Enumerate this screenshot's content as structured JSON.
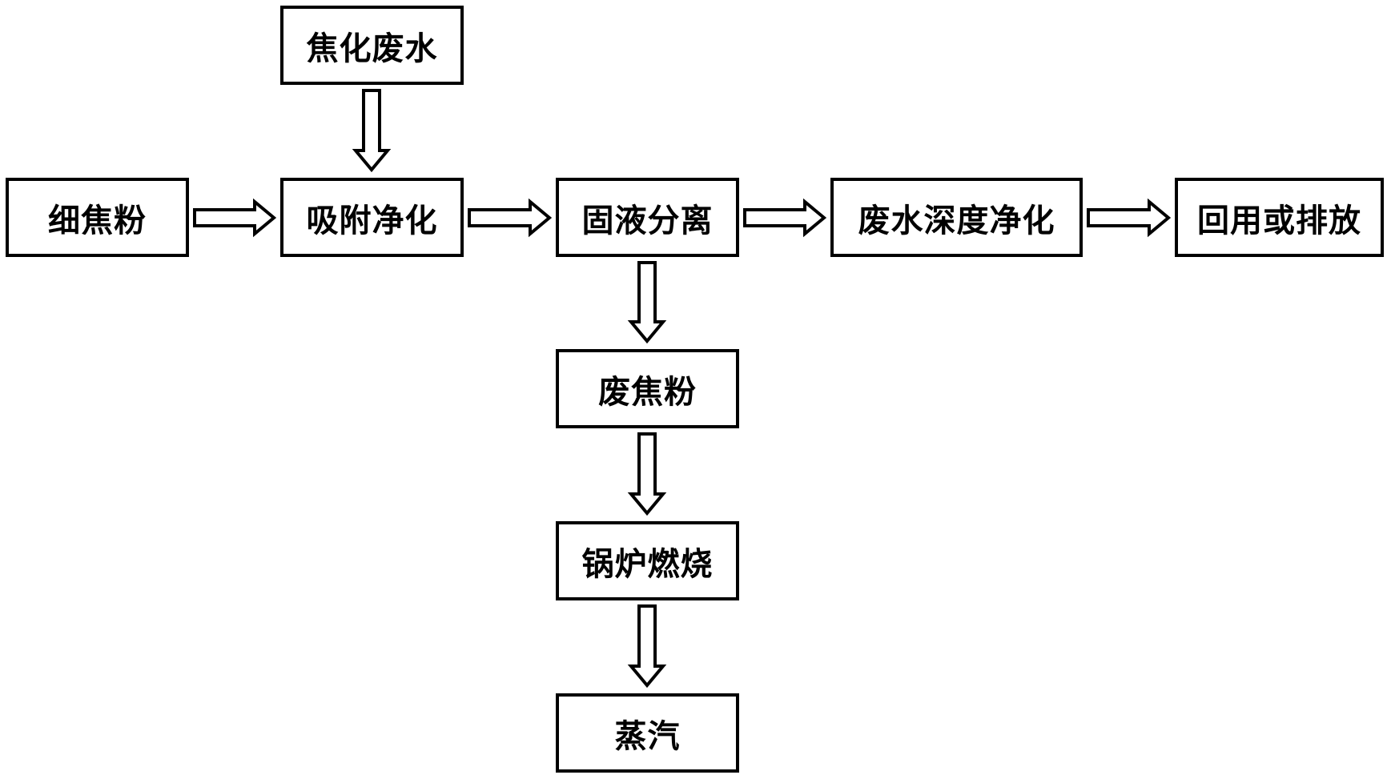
{
  "nodes": {
    "coking_wastewater": "焦化废水",
    "fine_coke_powder": "细焦粉",
    "adsorption_purification": "吸附净化",
    "solid_liquid_separation": "固液分离",
    "wastewater_deep_purification": "废水深度净化",
    "reuse_or_discharge": "回用或排放",
    "waste_coke_powder": "废焦粉",
    "boiler_combustion": "锅炉燃烧",
    "steam": "蒸汽"
  },
  "edges": [
    {
      "from": "coking_wastewater",
      "to": "adsorption_purification"
    },
    {
      "from": "fine_coke_powder",
      "to": "adsorption_purification"
    },
    {
      "from": "adsorption_purification",
      "to": "solid_liquid_separation"
    },
    {
      "from": "solid_liquid_separation",
      "to": "wastewater_deep_purification"
    },
    {
      "from": "wastewater_deep_purification",
      "to": "reuse_or_discharge"
    },
    {
      "from": "solid_liquid_separation",
      "to": "waste_coke_powder"
    },
    {
      "from": "waste_coke_powder",
      "to": "boiler_combustion"
    },
    {
      "from": "boiler_combustion",
      "to": "steam"
    }
  ],
  "colors": {
    "stroke": "#000000",
    "background": "#ffffff"
  }
}
